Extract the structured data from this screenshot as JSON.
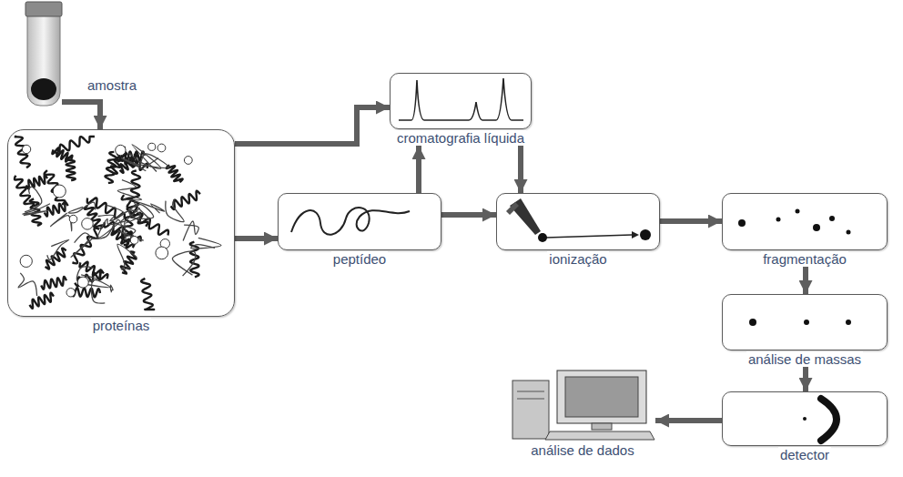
{
  "diagram": {
    "nodes": [
      {
        "text": [
          "amostra"
        ]
      },
      {
        "text": [
          "cromatografia líquida"
        ]
      },
      {
        "text": [
          "proteínas"
        ]
      },
      {
        "text": [
          "peptídeo"
        ]
      },
      {
        "text": [
          "ionização"
        ]
      },
      {
        "text": [
          "fragmentação"
        ]
      },
      {
        "text": [
          "análise de massas"
        ]
      },
      {
        "text": [
          "detector"
        ]
      },
      {
        "text": [
          "análise de dados"
        ]
      }
    ],
    "edges": [
      {
        "from": 0,
        "to": 2,
        "arrow": "to"
      },
      {
        "from": 2,
        "to": 1,
        "arrow": "to"
      },
      {
        "from": 2,
        "to": 3,
        "arrow": "to"
      },
      {
        "from": 3,
        "to": 1,
        "arrow": "to"
      },
      {
        "from": 1,
        "to": 4,
        "arrow": "to"
      },
      {
        "from": 3,
        "to": 4,
        "arrow": "to"
      },
      {
        "from": 4,
        "to": 5,
        "arrow": "to"
      },
      {
        "from": 5,
        "to": 6,
        "arrow": "to"
      },
      {
        "from": 6,
        "to": 7,
        "arrow": "to"
      },
      {
        "from": 7,
        "to": 8,
        "arrow": "to"
      }
    ]
  }
}
